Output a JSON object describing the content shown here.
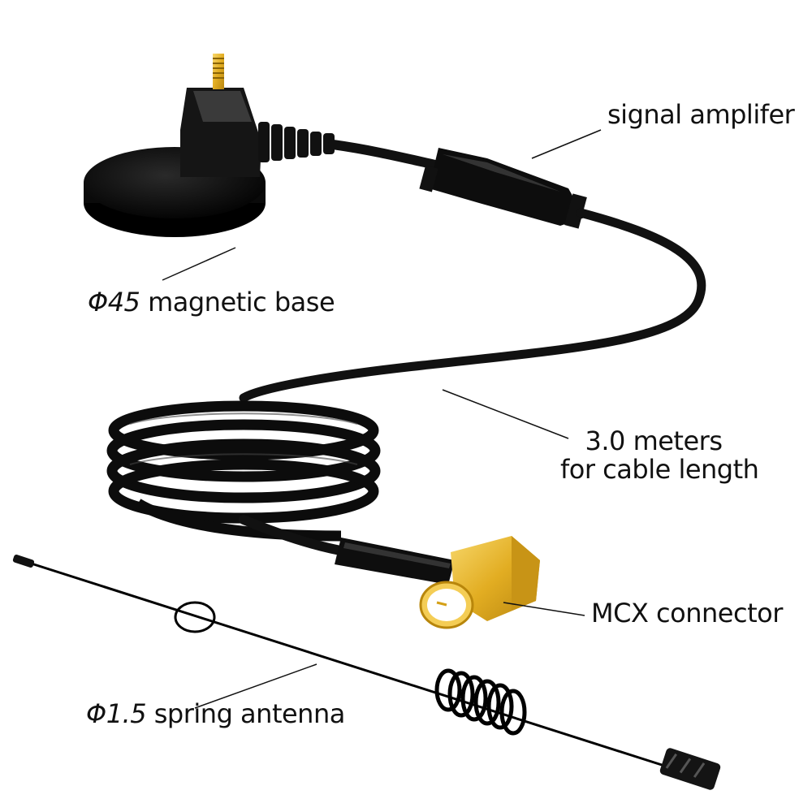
{
  "labels": {
    "amplifier": "signal amplifer",
    "base_prefix": "Φ45",
    "base_text": " magnetic base",
    "cable_line1": "3.0 meters",
    "cable_line2": "for cable length",
    "mcx": "MCX connector",
    "spring_prefix": "Φ1.5",
    "spring_text": " spring antenna"
  },
  "colors": {
    "background": "#ffffff",
    "cable": "#111111",
    "connector_gold": "#e8b830",
    "text": "#111111"
  }
}
